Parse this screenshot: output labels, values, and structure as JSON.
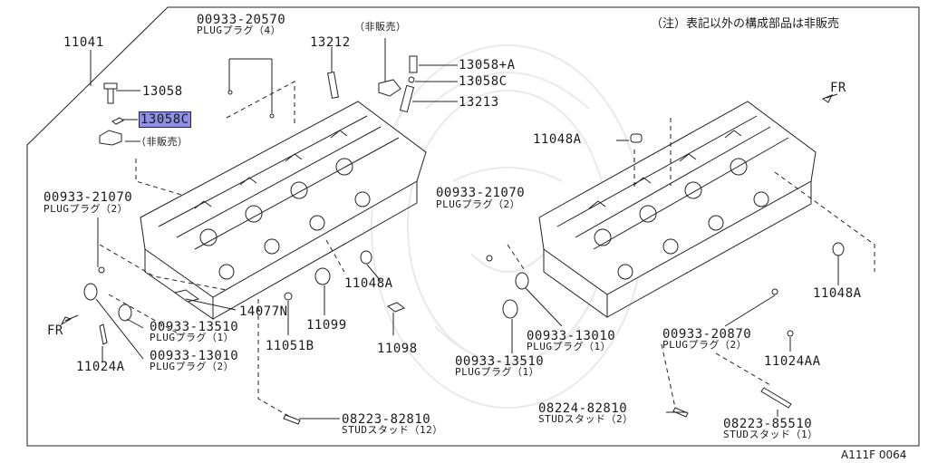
{
  "note": "（注）表記以外の構成部品は非販売",
  "fr_left": "FR",
  "fr_right": "FR",
  "ref_code": "A111F 0064",
  "labels": {
    "p11041": "11041",
    "p00933_20570": "00933-20570",
    "p00933_20570_sub": "PLUGプラグ（4）",
    "p13212": "13212",
    "nonsale_top": "（非販売）",
    "p13058A": "13058+A",
    "p13058C_top": "13058C",
    "p13213": "13213",
    "p13058": "13058",
    "p13058C_hl": "13058C",
    "nonsale_left": "（非販売）",
    "p11048A_right_top": "11048A",
    "p00933_21070_left": "00933-21070",
    "p00933_21070_left_sub": "PLUGプラグ（2）",
    "p00933_21070_mid": "00933-21070",
    "p00933_21070_mid_sub": "PLUGプラグ（2）",
    "p14077N": "14077N",
    "p00933_13510_left": "00933-13510",
    "p00933_13510_left_sub": "PLUGプラグ（1）",
    "p00933_13010_left": "00933-13010",
    "p00933_13010_left_sub": "PLUGプラグ（2）",
    "p11024A": "11024A",
    "p11051B": "11051B",
    "p11099": "11099",
    "p11048A_mid": "11048A",
    "p11098": "11098",
    "p00933_13010_right": "00933-13010",
    "p00933_13010_right_sub": "PLUGプラグ（1）",
    "p00933_13510_right": "00933-13510",
    "p00933_13510_right_sub": "PLUGプラグ（1）",
    "p00933_20870": "00933-20870",
    "p00933_20870_sub": "PLUGプラグ（2）",
    "p11024AA": "11024AA",
    "p11048A_right": "11048A",
    "p08223_82810": "08223-82810",
    "p08223_82810_sub": "STUDスタッド（12）",
    "p08224_82810": "08224-82810",
    "p08224_82810_sub": "STUDスタッド（2）",
    "p08223_85510": "08223-85510",
    "p08223_85510_sub": "STUDスタッド（1）"
  }
}
